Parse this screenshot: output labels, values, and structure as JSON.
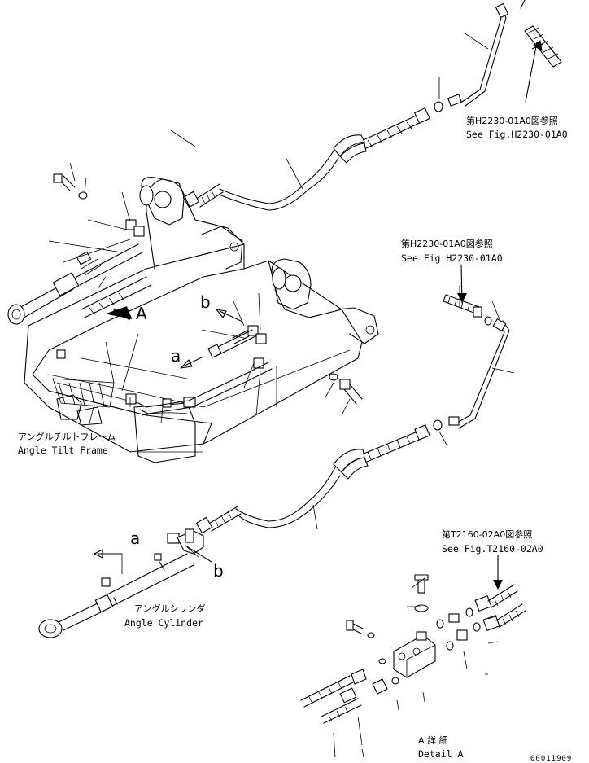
{
  "references": {
    "top": {
      "jp": "第H2230-01A0図参照",
      "en": "See Fig.H2230-01A0"
    },
    "middle": {
      "jp": "第H2230-01A0図参照",
      "en": "See Fig H2230-01A0"
    },
    "bottom": {
      "jp": "第T2160-02A0図参照",
      "en": "See Fig.T2160-02A0"
    }
  },
  "frame_label": {
    "jp": "アングルチルトフレーム",
    "en": "Angle Tilt Frame"
  },
  "cylinder_label": {
    "jp": "アングルシリンダ",
    "en": "Angle Cylinder"
  },
  "detail_label": {
    "jp": "A 詳 細",
    "en": "Detail A"
  },
  "markers": {
    "A": "A",
    "a1": "a",
    "b1": "b",
    "a2": "a",
    "b2": "b"
  },
  "drawing_number": "00011909"
}
